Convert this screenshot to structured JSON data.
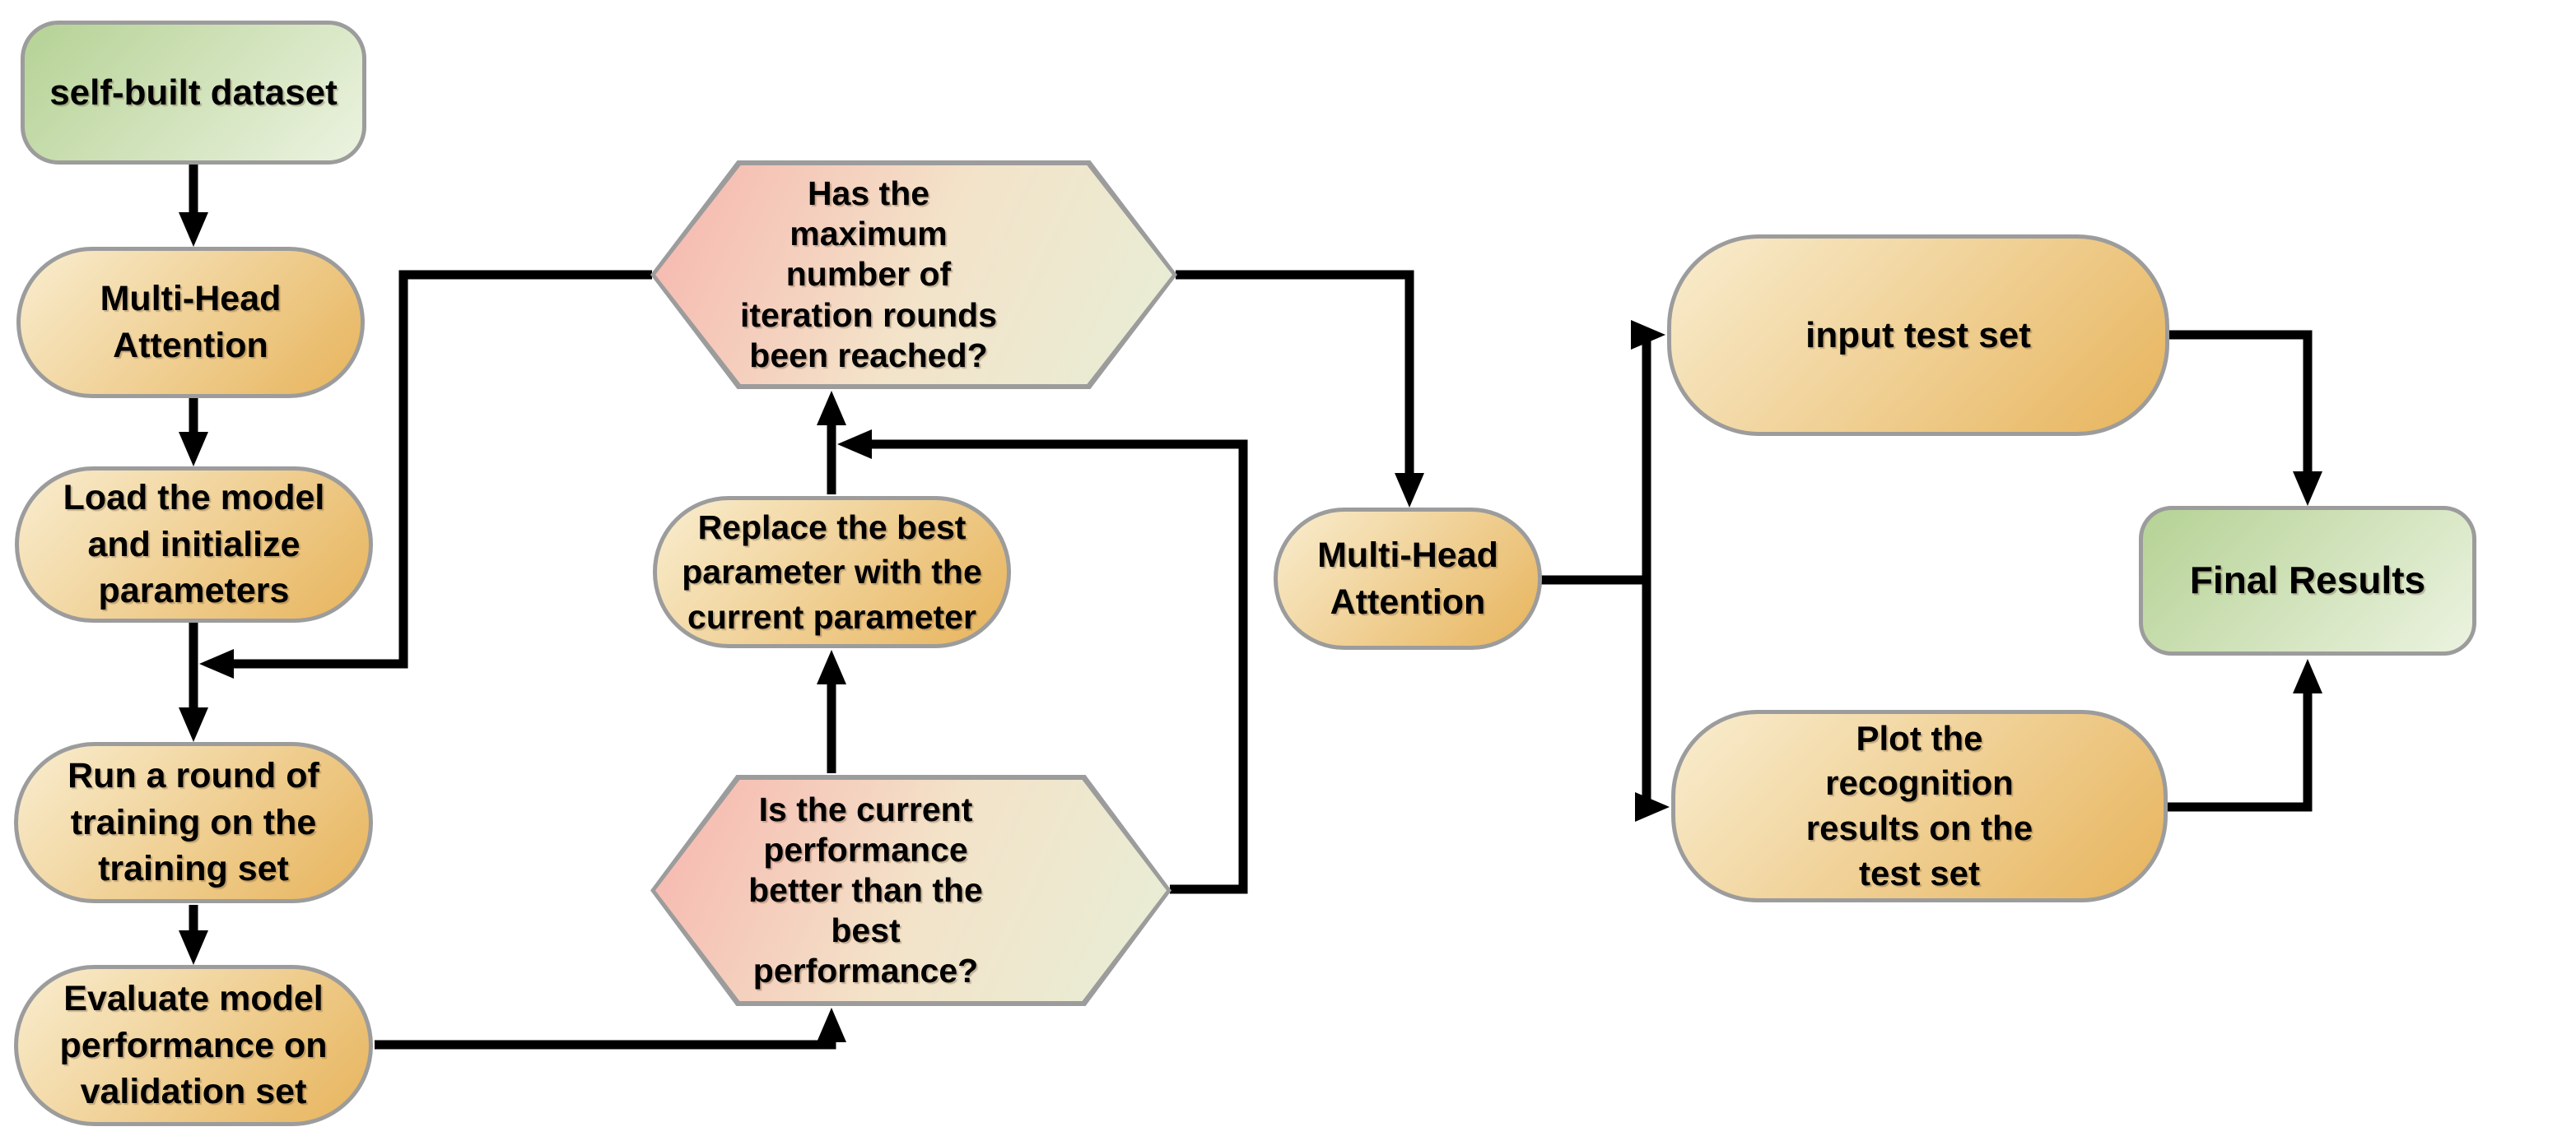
{
  "diagram": {
    "type": "flowchart",
    "background": "#ffffff"
  },
  "palette": {
    "node_border": "#9c9c9c",
    "connector": "#000000",
    "text": "#000000",
    "start_end_gradient_from": "#b5d295",
    "start_end_gradient_to": "#ecf3e0",
    "process_gradient_from": "#f9edcf",
    "process_gradient_to": "#e7b45c",
    "decision_gradient_pink": "#f7b5ae",
    "decision_gradient_cream": "#f3e3c9",
    "decision_gradient_green": "#e7eed6"
  },
  "nodes": {
    "dataset": {
      "label": "self-built dataset",
      "kind": "start"
    },
    "mha_train": {
      "label": "Multi-Head\nAttention",
      "kind": "process"
    },
    "load_model": {
      "label": "Load the model\nand initialize\nparameters",
      "kind": "process"
    },
    "run_training": {
      "label": "Run a round of\ntraining on the\ntraining set",
      "kind": "process"
    },
    "evaluate": {
      "label": "Evaluate model\nperformance on\nvalidation set",
      "kind": "process"
    },
    "max_iter_decision": {
      "label": "Has the\nmaximum\nnumber of\niteration rounds\nbeen reached?",
      "kind": "decision"
    },
    "replace_param": {
      "label": "Replace the best\nparameter with the\ncurrent parameter",
      "kind": "process"
    },
    "perf_decision": {
      "label": "Is the current\nperformance\nbetter than the\nbest\nperformance?",
      "kind": "decision"
    },
    "mha_test": {
      "label": "Multi-Head\nAttention",
      "kind": "process"
    },
    "input_test": {
      "label": "input test set",
      "kind": "process"
    },
    "plot_results": {
      "label": "Plot the\nrecognition\nresults on the\ntest set",
      "kind": "process"
    },
    "final_results": {
      "label": "Final Results",
      "kind": "end"
    }
  },
  "edges": [
    {
      "from": "dataset",
      "to": "mha_train"
    },
    {
      "from": "mha_train",
      "to": "load_model"
    },
    {
      "from": "load_model",
      "to": "run_training"
    },
    {
      "from": "run_training",
      "to": "evaluate"
    },
    {
      "from": "evaluate",
      "to": "perf_decision"
    },
    {
      "from": "perf_decision",
      "to": "replace_param"
    },
    {
      "from": "replace_param",
      "to": "max_iter_decision"
    },
    {
      "from": "perf_decision",
      "to": "max_iter_decision",
      "via": "right-side loop"
    },
    {
      "from": "max_iter_decision",
      "to": "run_training",
      "via": "left-side loop"
    },
    {
      "from": "max_iter_decision",
      "to": "mha_test"
    },
    {
      "from": "mha_test",
      "to": "input_test"
    },
    {
      "from": "mha_test",
      "to": "plot_results"
    },
    {
      "from": "input_test",
      "to": "final_results"
    },
    {
      "from": "plot_results",
      "to": "final_results"
    }
  ]
}
